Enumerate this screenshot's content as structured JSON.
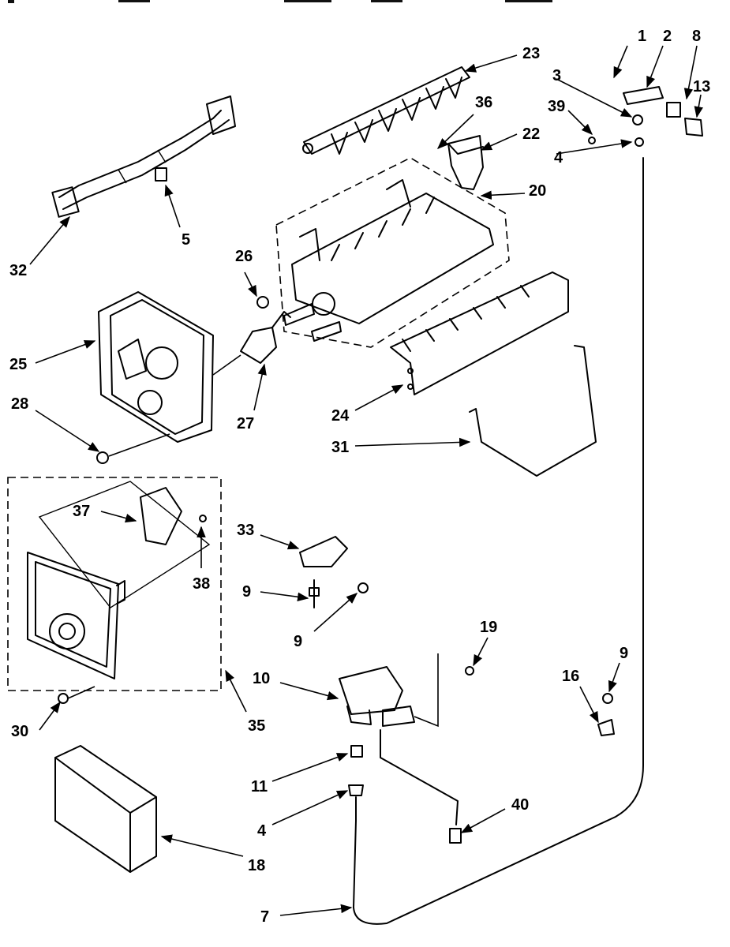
{
  "diagram": {
    "callouts": {
      "c1": "1",
      "c2": "2",
      "c8": "8",
      "c23": "23",
      "c3": "3",
      "c13": "13",
      "c36": "36",
      "c39": "39",
      "c22": "22",
      "c4a": "4",
      "c20": "20",
      "c5": "5",
      "c32": "32",
      "c26": "26",
      "c25": "25",
      "c28": "28",
      "c27": "27",
      "c24": "24",
      "c31": "31",
      "c37": "37",
      "c33": "33",
      "c38": "38",
      "c9a": "9",
      "c9b": "9",
      "c19": "19",
      "c9c": "9",
      "c10": "10",
      "c16": "16",
      "c30": "30",
      "c35": "35",
      "c11": "11",
      "c4b": "4",
      "c40": "40",
      "c18": "18",
      "c7": "7"
    }
  }
}
